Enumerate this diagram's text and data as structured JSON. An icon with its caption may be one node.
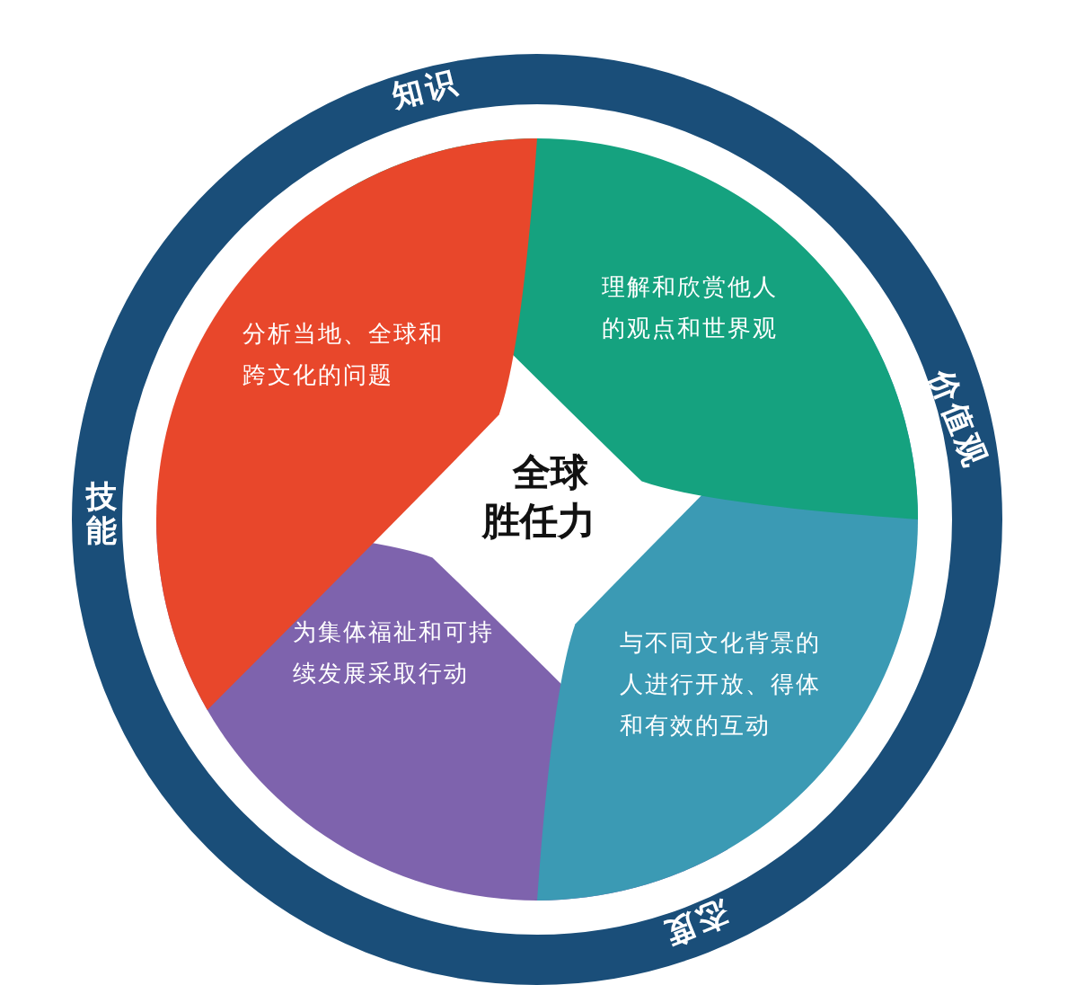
{
  "diagram": {
    "nodes": [
      {
        "text": [
          "分析当地、全球和跨文化的问题"
        ]
      },
      {
        "text": [
          "理解和欣赏他人的观点和世界观"
        ]
      },
      {
        "text": [
          "与不同文化背景的人进行开放、得体和有效的互动"
        ]
      },
      {
        "text": [
          "为集体福祉和可持续发展采取行动"
        ]
      }
    ],
    "labels": [
      "知识",
      "全球胜任力",
      "价值观",
      "技能",
      "态度"
    ]
  }
}
